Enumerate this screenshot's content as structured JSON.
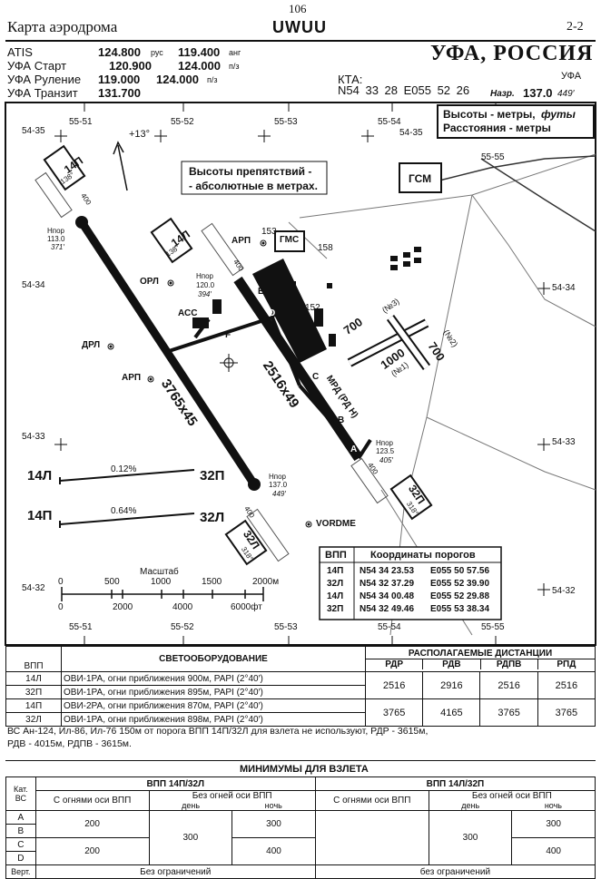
{
  "header": {
    "page_number": "106",
    "chart_title": "Карта аэродрома",
    "icao_code": "UWUU",
    "sheet": "2-2"
  },
  "frequencies": [
    {
      "label": "ATIS",
      "value": "124.800",
      "unit": "рус",
      "value2": "119.400",
      "unit2": "анг"
    },
    {
      "label": "УФА Старт",
      "value": "120.900",
      "unit": "",
      "value2": "124.000",
      "unit2": "п/з"
    },
    {
      "label": "УФА Руление",
      "value": "119.000",
      "unit": "",
      "value2": "124.000",
      "unit2": "п/з"
    },
    {
      "label": "УФА Транзит",
      "value": "131.700",
      "unit": "",
      "value2": "",
      "unit2": ""
    }
  ],
  "aerodrome": {
    "name": "УФА, РОССИЯ",
    "city": "УФА",
    "kta_label": "КТА:",
    "kta_coords": "N54 33 28   E055 52 26",
    "elevation_label": "Назр.",
    "elevation_m": "137.0",
    "elevation_ft": "449′"
  },
  "map": {
    "units_line1": "Высоты - метры,",
    "units_line1_ft": "футы",
    "units_line2": "Расстояния - метры",
    "obstacle_note_1": "Высоты препятствий -",
    "obstacle_note_2": "- абсолютные в метрах.",
    "magvar": "+13°",
    "lon_ticks": [
      "55-51",
      "55-52",
      "55-53",
      "55-54",
      "55-55"
    ],
    "lat_left": [
      "54-35",
      "54-34",
      "54-33",
      "54-32"
    ],
    "lat_right": [
      "54-35",
      "54-34",
      "54-33",
      "54-32"
    ],
    "runway_main": "3765x45",
    "runway_second": "2516x49",
    "thr_14l_label": "Нпор",
    "thr_14l_m": "113.0",
    "thr_14l_ft": "371′",
    "thr_32p_m": "120.0",
    "thr_32p_ft": "394′",
    "thr_32l_m": "137.0",
    "thr_32l_ft": "449′",
    "thr_32r_m": "123.5",
    "thr_32r_ft": "405′",
    "labels": {
      "r14p": "14П",
      "r14p_hdg": "138°",
      "r14l": "14Л",
      "r14l_hdg": "138°",
      "r32l": "32Л",
      "r32l_hdg": "318°",
      "r32p": "32П",
      "r32p_hdg": "318°",
      "gsm": "ГСМ",
      "gms": "ГМС",
      "arp_top": "АРП",
      "arp_left": "АРП",
      "orl": "ОРЛ",
      "drl": "ДРЛ",
      "acc": "АСС",
      "vordme": "VORDME",
      "mrd": "МРД (РД Н)",
      "apron_700_1": "700",
      "apron_n3": "(№3)",
      "apron_1000": "1000",
      "apron_n1": "(№1)",
      "apron_700_2": "700",
      "apron_n2": "(№2)",
      "obs_153": "153",
      "obs_158": "158",
      "obs_152": "152",
      "twy_e": "E",
      "twy_d": "D",
      "twy_f": "F",
      "twy_c": "C",
      "twy_b": "B",
      "twy_a": "A",
      "len_400": "400"
    },
    "slope_14l": "0.12%",
    "slope_14p": "0.64%",
    "slope_left_top": "14Л",
    "slope_left_bot": "14П",
    "slope_right_top": "32П",
    "slope_right_bot": "32Л",
    "scale_title": "Масштаб",
    "scale_m": [
      "0",
      "500",
      "1000",
      "1500",
      "2000м"
    ],
    "scale_ft": [
      "0",
      "2000",
      "4000",
      "6000фт"
    ]
  },
  "thresholds": {
    "header_vpp": "ВПП",
    "header_coords": "Координаты порогов",
    "rows": [
      {
        "rwy": "14П",
        "lat": "N54 34 23.53",
        "lon": "E055 50 57.56"
      },
      {
        "rwy": "32Л",
        "lat": "N54 32 37.29",
        "lon": "E055 52 39.90"
      },
      {
        "rwy": "14Л",
        "lat": "N54 34 00.48",
        "lon": "E055 52 29.88"
      },
      {
        "rwy": "32П",
        "lat": "N54 32 49.46",
        "lon": "E055 53 38.34"
      }
    ]
  },
  "lighting": {
    "col_vpp": "ВПП",
    "col_light": "СВЕТООБОРУДОВАНИЕ",
    "col_dist": "РАСПОЛАГАЕМЫЕ ДИСТАНЦИИ",
    "dist_headers": [
      "РДР",
      "РДВ",
      "РДПВ",
      "РПД"
    ],
    "rows": [
      {
        "rwy": "14Л",
        "light": "ОВИ-1РА, огни приближения 900м, PAPI (2°40′)"
      },
      {
        "rwy": "32П",
        "light": "ОВИ-1РА, огни приближения 895м, PAPI (2°40′)"
      },
      {
        "rwy": "14П",
        "light": "ОВИ-2РА, огни приближения 870м, PAPI (2°40′)"
      },
      {
        "rwy": "32Л",
        "light": "ОВИ-1РА, огни приближения 898м, PAPI (2°40′)"
      }
    ],
    "dist_rows": [
      [
        "2516",
        "2916",
        "2516",
        "2516"
      ],
      [
        "3765",
        "4165",
        "3765",
        "3765"
      ]
    ]
  },
  "note": {
    "line1": "ВС Ан-124, Ил-86, Ил-76 150м от порога ВПП 14П/32Л для взлета не используют, РДР - 3615м,",
    "line2": "РДВ - 4015м, РДПВ - 3615м."
  },
  "minima": {
    "title": "МИНИМУМЫ ДЛЯ ВЗЛЕТА",
    "left_rwy": "ВПП 14П/32Л",
    "right_rwy": "ВПП 14Л/32П",
    "cat_label": "Кат. ВС",
    "with_lights": "С огнями оси ВПП",
    "without_lights": "Без огней оси ВПП",
    "day": "день",
    "night": "ночь",
    "cats": [
      "A",
      "B",
      "C",
      "D"
    ],
    "vert_label": "Верт.",
    "vert_value": "Без ограничений",
    "vert_value_right": "без ограничений",
    "left_with_ab": "200",
    "left_with_cd": "200",
    "left_day": "300",
    "left_night_ab": "300",
    "left_night_cd": "400",
    "right_day": "300",
    "right_night_ab": "300",
    "right_night_cd": "400"
  }
}
